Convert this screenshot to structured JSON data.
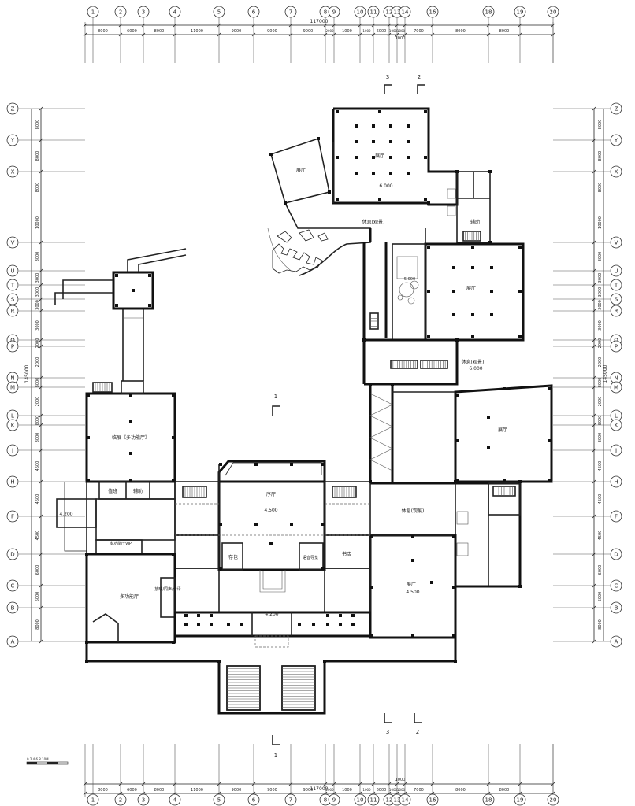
{
  "grid_columns": [
    "1",
    "2",
    "3",
    "4",
    "5",
    "6",
    "7",
    "8",
    "9",
    "10",
    "11",
    "12",
    "13",
    "14",
    "16",
    "18",
    "19",
    "20"
  ],
  "grid_rows": [
    "Z",
    "Y",
    "X",
    "V",
    "U",
    "T",
    "S",
    "R",
    "Q",
    "P",
    "N",
    "M",
    "L",
    "K",
    "J",
    "H",
    "F",
    "D",
    "C",
    "B",
    "A"
  ],
  "top_dims": [
    "8000",
    "6000",
    "8000",
    "11000",
    "9000",
    "9000",
    "9000",
    "2000",
    "1000",
    "1000",
    "6000",
    "1000",
    "1000",
    "7000",
    "8000",
    "8000"
  ],
  "bottom_dims": [
    "8000",
    "6000",
    "8000",
    "11000",
    "9000",
    "9000",
    "9000",
    "2000",
    "1000",
    "1000",
    "6000",
    "1000",
    "1000",
    "7000",
    "8000",
    "8000"
  ],
  "overall_top": "117000",
  "overall_bottom": "117000",
  "sub_dim_top": "1000",
  "sub_dim_bottom": "1000",
  "side_dims_left": [
    "8000",
    "8000",
    "8000",
    "10000",
    "8000",
    "3000",
    "3000",
    "3000",
    "3000",
    "2000",
    "2000",
    "8000",
    "2000",
    "6000",
    "8000",
    "4500",
    "4500",
    "4500",
    "6000",
    "6000",
    "8000"
  ],
  "side_dims_right": [
    "8000",
    "8000",
    "8000",
    "10000",
    "8000",
    "3000",
    "3000",
    "3000",
    "3000",
    "2000",
    "2000",
    "8000",
    "2000",
    "6000",
    "8000",
    "4500",
    "4500",
    "4500",
    "6000",
    "6000",
    "8000"
  ],
  "side_total_left": "145000",
  "side_total_right": "145000",
  "rooms": {
    "exhibit_north": "展厅",
    "exhibit_north_level": "6.000",
    "exhibit_west_wing": "展厅",
    "rest_north": "休息(观景)",
    "shop_pantry": "辅助",
    "exhibit_east": "展厅",
    "courtyard_level": "5.000",
    "rest_east": "休息(观景)",
    "rest_east_level": "6.000",
    "exhibit_se": "展厅",
    "temporary_hall": "临展《多功能厅》",
    "info": "值班",
    "aux": "辅助",
    "hall": "序厅",
    "hall_level": "4.500",
    "rest_center": "休息(观展)",
    "level_west": "4.200",
    "vip": "多功能厅VIP",
    "store": "存包",
    "shop": "书店",
    "audio": "语音导览",
    "exhibit_south": "展厅",
    "exhibit_south_level": "4.500",
    "multi_hall": "多功能厅",
    "broadcast_room": "放映/同声/传译",
    "entry_level": "4.200"
  },
  "section_marks": [
    "1",
    "1",
    "2",
    "2",
    "3",
    "3"
  ],
  "scale_label": "0 2 4 6 8 10M"
}
